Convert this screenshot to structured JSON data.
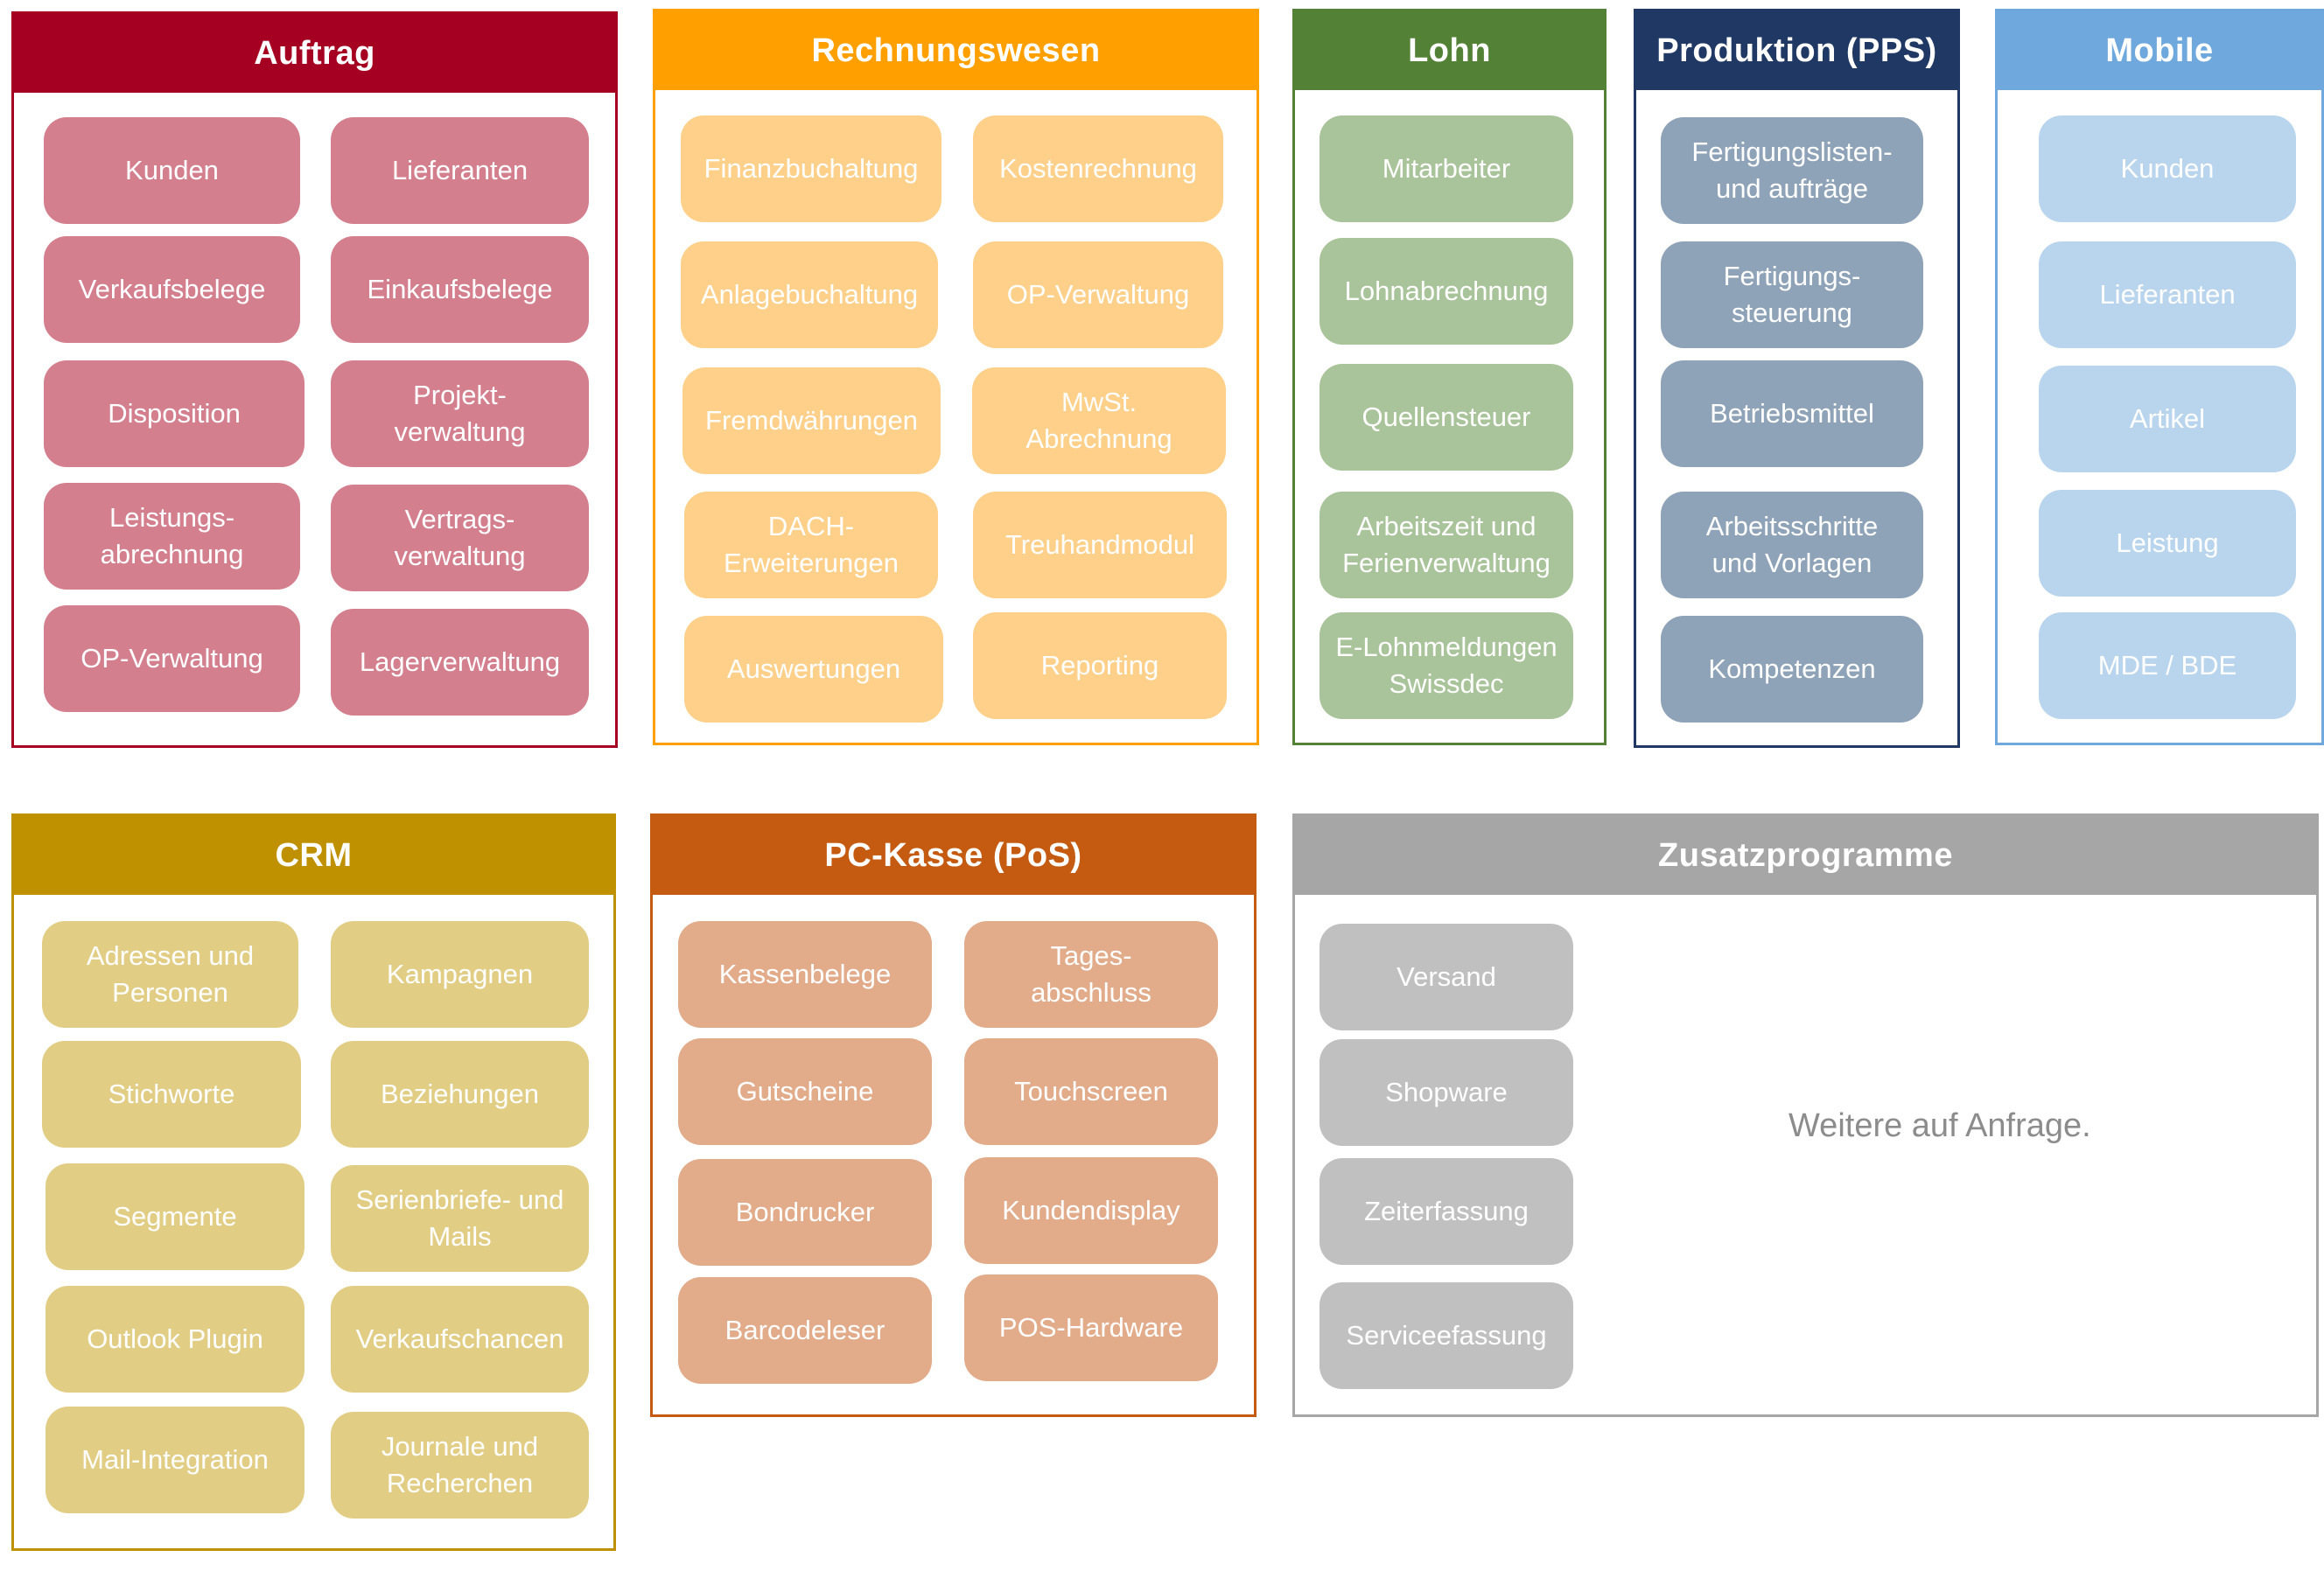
{
  "colors": {
    "auftrag": {
      "header": "#a50021",
      "tile": "#d47f8e",
      "text": "#ffffff"
    },
    "rechnungswesen": {
      "header": "#ff9f00",
      "tile": "#ffd08a",
      "text": "#ffffff"
    },
    "lohn": {
      "header": "#538135",
      "tile": "#a9c49a",
      "text": "#ffffff"
    },
    "produktion": {
      "header": "#1f3864",
      "tile": "#8ea3b8",
      "text": "#ffffff"
    },
    "mobile": {
      "header": "#6fa8dc",
      "tile": "#b9d5ee",
      "text": "#ffffff"
    },
    "crm": {
      "header": "#bf9000",
      "tile": "#e2cd85",
      "text": "#ffffff"
    },
    "pckasse": {
      "header": "#c55a11",
      "tile": "#e2ab8a",
      "text": "#ffffff"
    },
    "zusatz": {
      "header": "#a6a6a6",
      "tile": "#c0c0c0",
      "text": "#ffffff"
    }
  },
  "panels": {
    "auftrag": {
      "title": "Auftrag",
      "items": [
        "Kunden",
        "Lieferanten",
        "Verkaufsbelege",
        "Einkaufsbelege",
        "Disposition",
        "Projekt-\nverwaltung",
        "Leistungs-\nabrechnung",
        "Vertrags-\nverwaltung",
        "OP-Verwaltung",
        "Lagerverwaltung"
      ]
    },
    "rechnungswesen": {
      "title": "Rechnungswesen",
      "items": [
        "Finanzbuchaltung",
        "Kostenrechnung",
        "Anlagebuchaltung",
        "OP-Verwaltung",
        "Fremdwährungen",
        "MwSt.\nAbrechnung",
        "DACH-\nErweiterungen",
        "Treuhandmodul",
        "Auswertungen",
        "Reporting"
      ]
    },
    "lohn": {
      "title": "Lohn",
      "items": [
        "Mitarbeiter",
        "Lohnabrechnung",
        "Quellensteuer",
        "Arbeitszeit und\nFerienverwaltung",
        "E-Lohnmeldungen\nSwissdec"
      ]
    },
    "produktion": {
      "title": "Produktion (PPS)",
      "items": [
        "Fertigungslisten-\nund aufträge",
        "Fertigungs-\nsteuerung",
        "Betriebsmittel",
        "Arbeitsschritte\nund Vorlagen",
        "Kompetenzen"
      ]
    },
    "mobile": {
      "title": "Mobile",
      "items": [
        "Kunden",
        "Lieferanten",
        "Artikel",
        "Leistung",
        "MDE / BDE"
      ]
    },
    "crm": {
      "title": "CRM",
      "items": [
        "Adressen und\nPersonen",
        "Kampagnen",
        "Stichworte",
        "Beziehungen",
        "Segmente",
        "Serienbriefe- und\nMails",
        "Outlook Plugin",
        "Verkaufschancen",
        "Mail-Integration",
        "Journale und\nRecherchen"
      ]
    },
    "pckasse": {
      "title": "PC-Kasse (PoS)",
      "items": [
        "Kassenbelege",
        "Tages-\nabschluss",
        "Gutscheine",
        "Touchscreen",
        "Bondrucker",
        "Kundendisplay",
        "Barcodeleser",
        "POS-Hardware"
      ]
    },
    "zusatz": {
      "title": "Zusatzprogramme",
      "items": [
        "Versand",
        "Shopware",
        "Zeiterfassung",
        "Serviceefassung"
      ],
      "note": "Weitere auf Anfrage."
    }
  }
}
